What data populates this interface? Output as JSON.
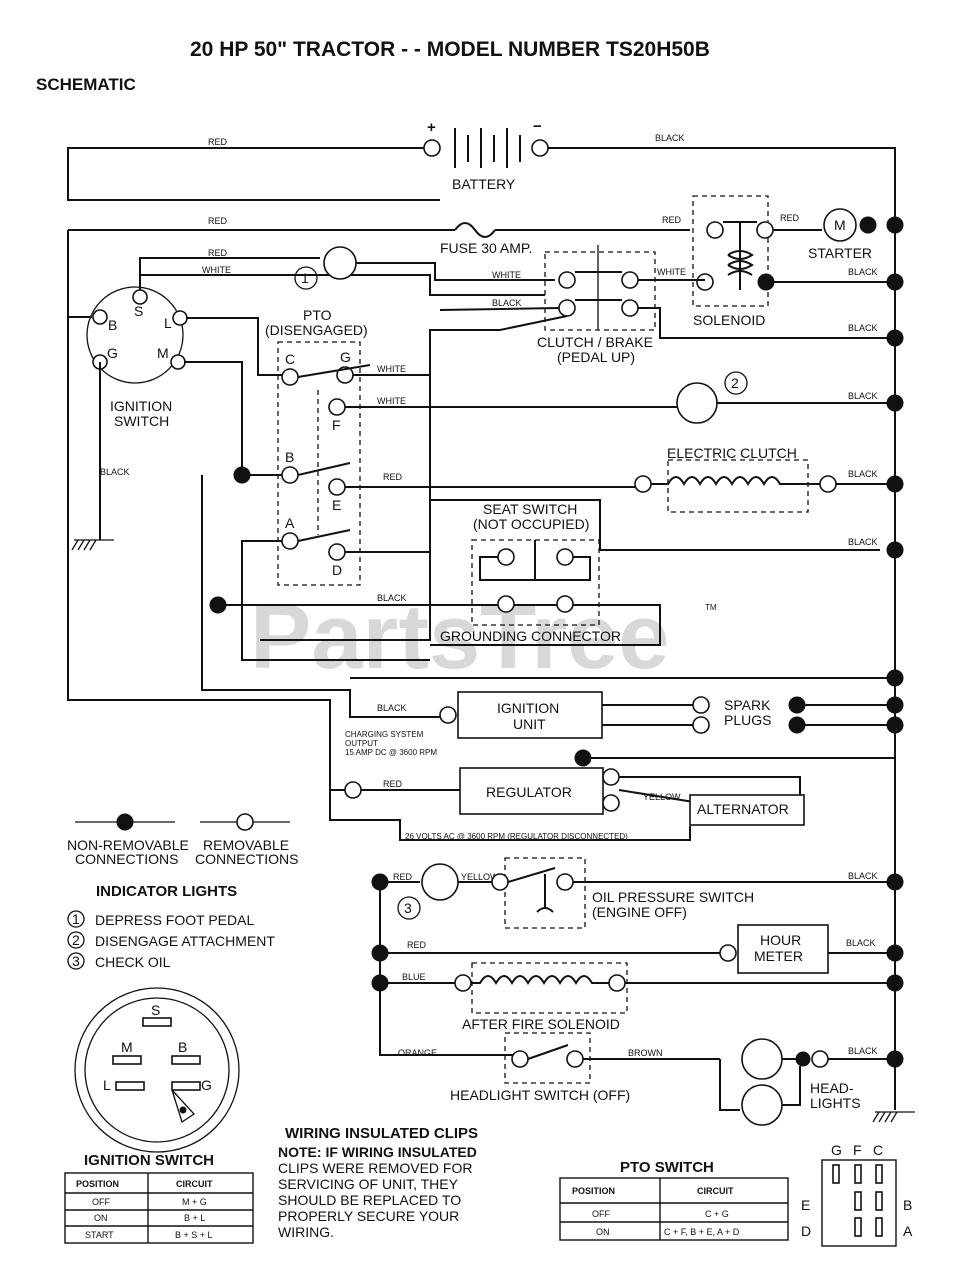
{
  "title": "20 HP 50\" TRACTOR - - MODEL NUMBER TS20H50B",
  "subtitle": "SCHEMATIC",
  "watermark": "PartsTree",
  "trademark": "TM",
  "battery": {
    "label": "BATTERY",
    "plus": "+",
    "minus": "−"
  },
  "wire_colors": {
    "red": "RED",
    "black": "BLACK",
    "white": "WHITE",
    "yellow": "YELLOW",
    "blue": "BLUE",
    "orange": "ORANGE",
    "brown": "BROWN"
  },
  "components": {
    "fuse": "FUSE 30 AMP.",
    "starter": "STARTER",
    "starter_m": "M",
    "solenoid": "SOLENOID",
    "clutch_brake": [
      "CLUTCH / BRAKE",
      "(PEDAL UP)"
    ],
    "pto": [
      "PTO",
      "(DISENGAGED)"
    ],
    "pto_terminals": [
      "C",
      "G",
      "F",
      "B",
      "E",
      "A",
      "D"
    ],
    "ignition_switch": [
      "IGNITION",
      "SWITCH"
    ],
    "ignition_terminals": [
      "S",
      "B",
      "L",
      "G",
      "M"
    ],
    "electric_clutch": "ELECTRIC CLUTCH",
    "seat_switch": [
      "SEAT SWITCH",
      "(NOT OCCUPIED)"
    ],
    "grounding_connector": "GROUNDING CONNECTOR",
    "ignition_unit": [
      "IGNITION",
      "UNIT"
    ],
    "spark_plugs": [
      "SPARK",
      "PLUGS"
    ],
    "charging_note": [
      "CHARGING SYSTEM",
      "OUTPUT",
      "15 AMP DC @ 3600 RPM"
    ],
    "regulator": "REGULATOR",
    "alternator": "ALTERNATOR",
    "ac_note": "26 VOLTS AC @ 3600 RPM (REGULATOR DISCONNECTED)",
    "oil_pressure": [
      "OIL PRESSURE SWITCH",
      "(ENGINE OFF)"
    ],
    "hour_meter": [
      "HOUR",
      "METER"
    ],
    "after_fire": "AFTER FIRE SOLENOID",
    "headlight_switch": "HEADLIGHT SWITCH (OFF)",
    "headlights": [
      "HEAD-",
      "LIGHTS"
    ],
    "indicator_numbers": [
      "1",
      "2",
      "3"
    ]
  },
  "legend": {
    "non_removable": [
      "NON-REMOVABLE",
      "CONNECTIONS"
    ],
    "removable": [
      "REMOVABLE",
      "CONNECTIONS"
    ]
  },
  "indicator_lights": {
    "heading": "INDICATOR LIGHTS",
    "items": [
      {
        "num": "1",
        "text": "DEPRESS FOOT PEDAL"
      },
      {
        "num": "2",
        "text": "DISENGAGE ATTACHMENT"
      },
      {
        "num": "3",
        "text": "CHECK OIL"
      }
    ]
  },
  "ignition_face": {
    "terminals": [
      "S",
      "M",
      "B",
      "L",
      "G"
    ]
  },
  "ignition_table": {
    "title": "IGNITION SWITCH",
    "headers": [
      "POSITION",
      "CIRCUIT"
    ],
    "rows": [
      [
        "OFF",
        "M + G"
      ],
      [
        "ON",
        "B + L"
      ],
      [
        "START",
        "B + S + L"
      ]
    ]
  },
  "clips_note": {
    "heading": "WIRING INSULATED CLIPS",
    "lines": [
      "NOTE: IF WIRING INSULATED",
      "CLIPS WERE REMOVED FOR",
      "SERVICING OF UNIT, THEY",
      "SHOULD BE REPLACED TO",
      "PROPERLY SECURE YOUR",
      "WIRING."
    ]
  },
  "pto_table": {
    "title": "PTO SWITCH",
    "headers": [
      "POSITION",
      "CIRCUIT"
    ],
    "rows": [
      [
        "OFF",
        "C + G"
      ],
      [
        "ON",
        "C + F, B + E, A + D"
      ]
    ]
  },
  "pto_face": {
    "top": [
      "G",
      "F",
      "C"
    ],
    "left": [
      "E",
      "D"
    ],
    "right": [
      "B",
      "A"
    ]
  }
}
